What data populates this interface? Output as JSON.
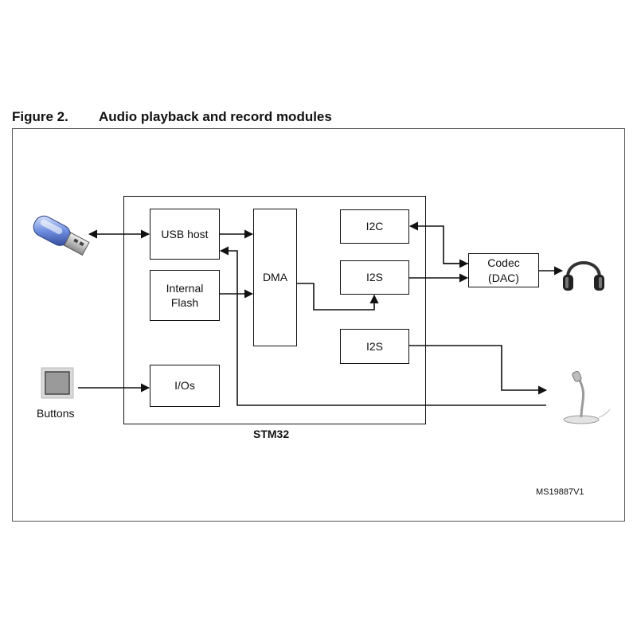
{
  "figure": {
    "number": "Figure 2.",
    "title": "Audio playback and record modules",
    "reference": "MS19887V1"
  },
  "blocks": {
    "usb_host": "USB host",
    "internal_flash": "Internal\nFlash",
    "dma": "DMA",
    "i2c": "I2C",
    "i2s_out": "I2S",
    "i2s_in": "I2S",
    "ios": "I/Os",
    "codec": "Codec\n(DAC)",
    "stm32": "STM32"
  },
  "peripherals": {
    "buttons": "Buttons"
  },
  "icons": [
    "usb-stick-icon",
    "push-button-icon",
    "headphones-icon",
    "microphone-icon"
  ]
}
